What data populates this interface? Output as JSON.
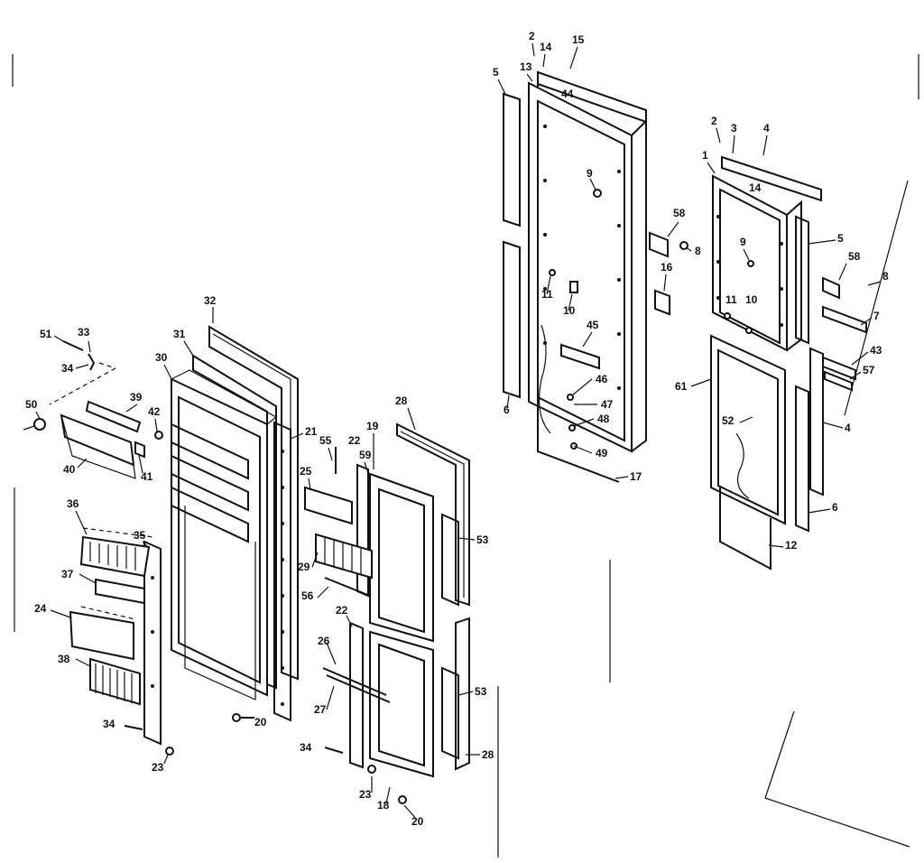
{
  "callouts": [
    {
      "id": "c51",
      "text": "51"
    },
    {
      "id": "c33",
      "text": "33"
    },
    {
      "id": "c34a",
      "text": "34"
    },
    {
      "id": "c50",
      "text": "50"
    },
    {
      "id": "c39",
      "text": "39"
    },
    {
      "id": "c42",
      "text": "42"
    },
    {
      "id": "c40",
      "text": "40"
    },
    {
      "id": "c41",
      "text": "41"
    },
    {
      "id": "c36",
      "text": "36"
    },
    {
      "id": "c35",
      "text": "35"
    },
    {
      "id": "c37",
      "text": "37"
    },
    {
      "id": "c24",
      "text": "24"
    },
    {
      "id": "c38",
      "text": "38"
    },
    {
      "id": "c34b",
      "text": "34"
    },
    {
      "id": "c23a",
      "text": "23"
    },
    {
      "id": "c32",
      "text": "32"
    },
    {
      "id": "c31",
      "text": "31"
    },
    {
      "id": "c30",
      "text": "30"
    },
    {
      "id": "c21",
      "text": "21"
    },
    {
      "id": "c20a",
      "text": "20"
    },
    {
      "id": "c28a",
      "text": "28"
    },
    {
      "id": "c19",
      "text": "19"
    },
    {
      "id": "c55",
      "text": "55"
    },
    {
      "id": "c22a",
      "text": "22"
    },
    {
      "id": "c25",
      "text": "25"
    },
    {
      "id": "c59",
      "text": "59"
    },
    {
      "id": "c29",
      "text": "29"
    },
    {
      "id": "c56",
      "text": "56"
    },
    {
      "id": "c53a",
      "text": "53"
    },
    {
      "id": "c22b",
      "text": "22"
    },
    {
      "id": "c26",
      "text": "26"
    },
    {
      "id": "c27",
      "text": "27"
    },
    {
      "id": "c53b",
      "text": "53"
    },
    {
      "id": "c34c",
      "text": "34"
    },
    {
      "id": "c28b",
      "text": "28"
    },
    {
      "id": "c23b",
      "text": "23"
    },
    {
      "id": "c18",
      "text": "18"
    },
    {
      "id": "c20b",
      "text": "20"
    },
    {
      "id": "c2a",
      "text": "2"
    },
    {
      "id": "c14a",
      "text": "14"
    },
    {
      "id": "c15",
      "text": "15"
    },
    {
      "id": "c13",
      "text": "13"
    },
    {
      "id": "c44a",
      "text": "44"
    },
    {
      "id": "c5a",
      "text": "5"
    },
    {
      "id": "c9a",
      "text": "9"
    },
    {
      "id": "c58a",
      "text": "58"
    },
    {
      "id": "c8a",
      "text": "8"
    },
    {
      "id": "c16",
      "text": "16"
    },
    {
      "id": "c11a",
      "text": "11"
    },
    {
      "id": "c10a",
      "text": "10"
    },
    {
      "id": "c45",
      "text": "45"
    },
    {
      "id": "c46",
      "text": "46"
    },
    {
      "id": "c47",
      "text": "47"
    },
    {
      "id": "c48",
      "text": "48"
    },
    {
      "id": "c49",
      "text": "49"
    },
    {
      "id": "c6a",
      "text": "6"
    },
    {
      "id": "c17",
      "text": "17"
    },
    {
      "id": "c2b",
      "text": "2"
    },
    {
      "id": "c3",
      "text": "3"
    },
    {
      "id": "c4a",
      "text": "4"
    },
    {
      "id": "c1",
      "text": "1"
    },
    {
      "id": "c14b",
      "text": "14"
    },
    {
      "id": "c9b",
      "text": "9"
    },
    {
      "id": "c5b",
      "text": "5"
    },
    {
      "id": "c58b",
      "text": "58"
    },
    {
      "id": "c8b",
      "text": "8"
    },
    {
      "id": "c11b",
      "text": "11"
    },
    {
      "id": "c10b",
      "text": "10"
    },
    {
      "id": "c7",
      "text": "7"
    },
    {
      "id": "c43",
      "text": "43"
    },
    {
      "id": "c57",
      "text": "57"
    },
    {
      "id": "c61",
      "text": "61"
    },
    {
      "id": "c52",
      "text": "52"
    },
    {
      "id": "c4b",
      "text": "4"
    },
    {
      "id": "c6b",
      "text": "6"
    },
    {
      "id": "c12",
      "text": "12"
    }
  ]
}
